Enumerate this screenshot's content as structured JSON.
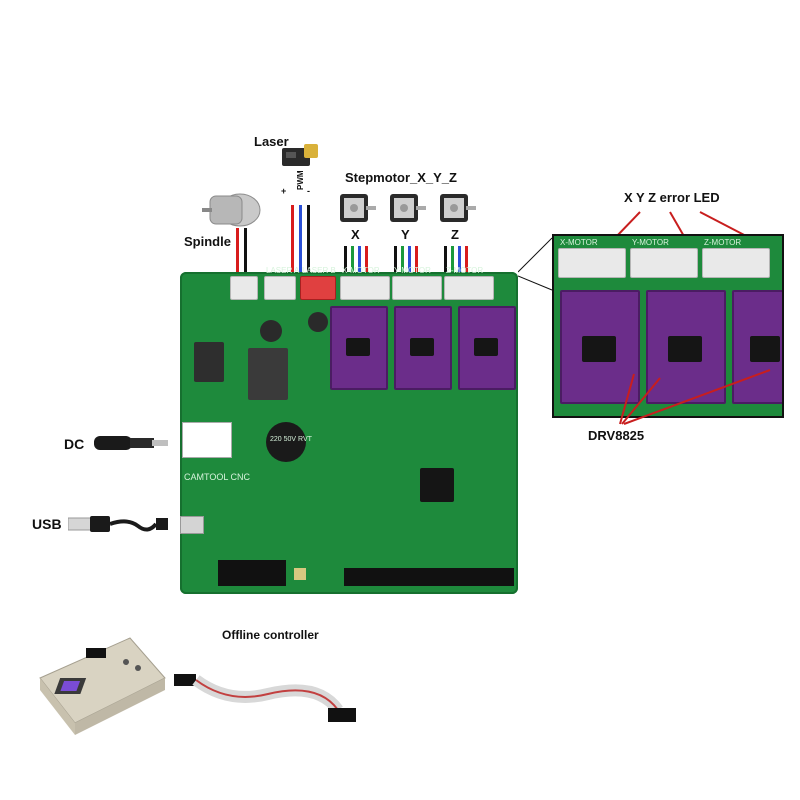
{
  "labels": {
    "laser": "Laser",
    "pwm": "PWM",
    "plus": "+",
    "minus": "-",
    "stepmotor": "Stepmotor_X_Y_Z",
    "x": "X",
    "y": "Y",
    "z": "Z",
    "spindle": "Spindle",
    "error_led": "X Y Z error LED",
    "driver": "DRV8825",
    "dc": "DC",
    "usb": "USB",
    "offline": "Offline controller"
  },
  "board": {
    "name": "CAMTOOL CNC",
    "connectors": [
      "X-MOTOR",
      "Y-MOTOR",
      "Z-MOTOR",
      "LASER A",
      "LASER B"
    ],
    "cap_text": "220 50V RVT"
  },
  "zoom": {
    "connectors": [
      "X-MOTOR",
      "Y-MOTOR",
      "Z-MOTOR"
    ]
  },
  "colors": {
    "pcb": "#1e8a3c",
    "driver": "#6b2d8a",
    "wire_red": "#d81c1c",
    "wire_black": "#111111",
    "wire_blue": "#2a4fd6",
    "wire_green": "#1b9a3b"
  }
}
